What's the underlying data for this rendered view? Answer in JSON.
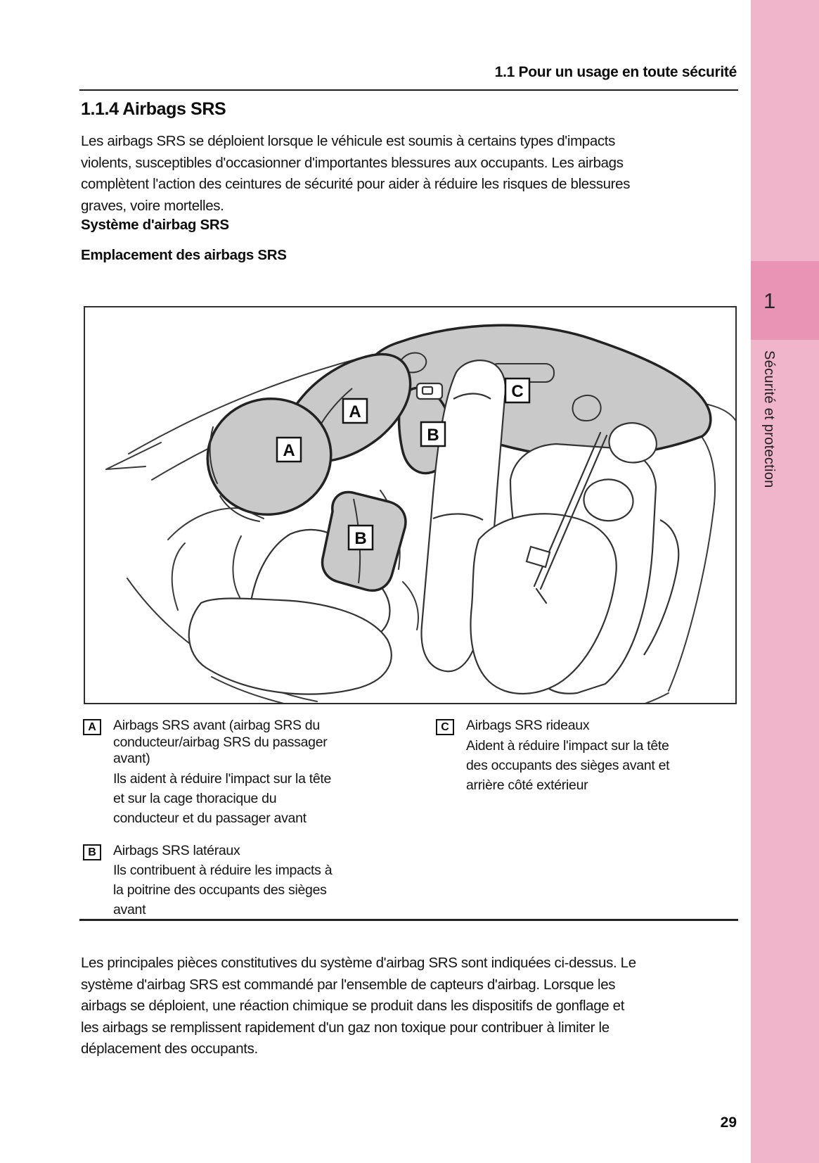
{
  "page": {
    "running_header": "1.1  Pour un usage en toute sécurité",
    "page_number": "29"
  },
  "sidebar": {
    "chapter_number": "1",
    "chapter_title": "Sécurité et protection",
    "light_pink": "#f0b5cb",
    "dark_pink": "#e994b5"
  },
  "section": {
    "title": "1.1.4  Airbags SRS",
    "intro": "Les airbags SRS se déploient lorsque le véhicule est soumis à certains types d'impacts\nviolents, susceptibles d'occasionner d'importantes blessures aux occupants. Les airbags\ncomplètent l'action des ceintures de sécurité pour aider à réduire les risques de blessures\ngraves, voire mortelles.",
    "subheading1": "Système d'airbag SRS",
    "subheading2": "Emplacement des airbags SRS"
  },
  "diagram": {
    "description": "Vue intérieure du véhicule montrant l'emplacement des airbags SRS",
    "airbag_fill": "#c9c9c9",
    "labels": [
      "A",
      "A",
      "B",
      "B",
      "C"
    ]
  },
  "legend": {
    "items": [
      {
        "key": "A",
        "title": "Airbags SRS avant (airbag SRS du\nconducteur/airbag SRS du passager\navant)",
        "desc": "Ils aident à réduire l'impact sur la tête\net sur la cage thoracique du\nconducteur et du passager avant"
      },
      {
        "key": "B",
        "title": "Airbags SRS latéraux",
        "desc": "Ils contribuent à réduire les impacts à\nla poitrine des occupants des sièges\navant"
      },
      {
        "key": "C",
        "title": "Airbags SRS rideaux",
        "desc": "Aident à réduire l'impact sur la tête\ndes occupants des sièges avant et\narrière côté extérieur"
      }
    ]
  },
  "closing": "Les principales pièces constitutives du système d'airbag SRS sont indiquées ci-dessus. Le\nsystème d'airbag SRS est commandé par l'ensemble de capteurs d'airbag. Lorsque les\nairbags se déploient, une réaction chimique se produit dans les dispositifs de gonflage et\nles airbags se remplissent rapidement d'un gaz non toxique pour contribuer à limiter le\ndéplacement des occupants."
}
